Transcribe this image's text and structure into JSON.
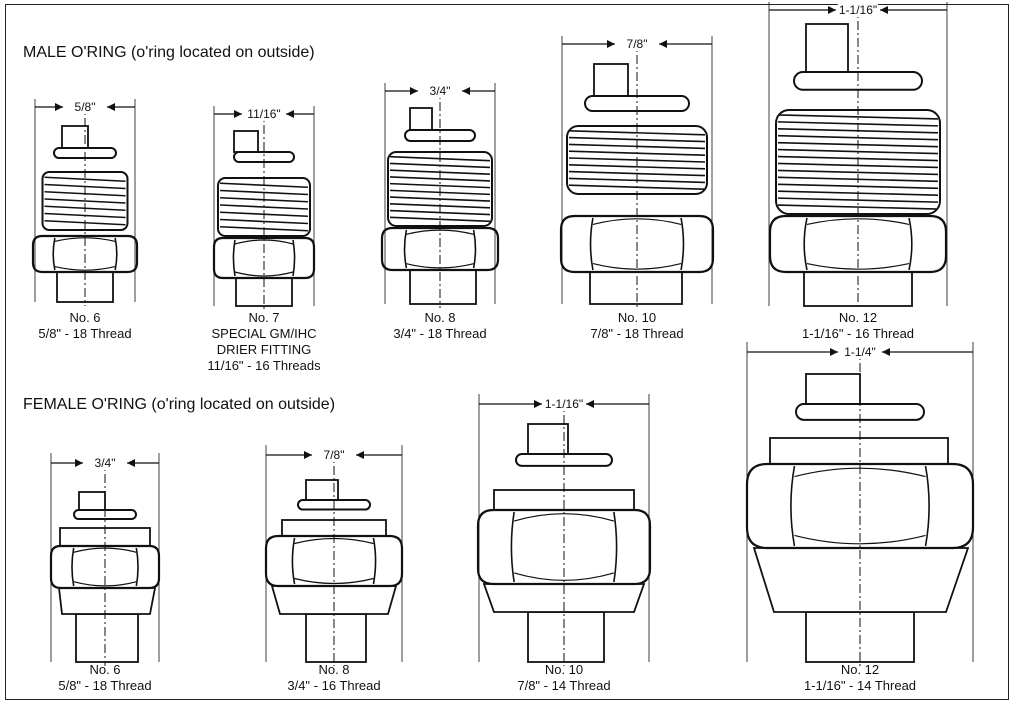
{
  "male": {
    "title": "MALE O'RING (o'ring located on outside)",
    "fittings": [
      {
        "size": "5/8\"",
        "no": "No. 6",
        "lines": [
          "5/8\" - 18 Thread"
        ]
      },
      {
        "size": "11/16\"",
        "no": "No. 7",
        "lines": [
          "SPECIAL GM/IHC",
          "DRIER FITTING",
          "11/16\" - 16 Threads"
        ]
      },
      {
        "size": "3/4\"",
        "no": "No. 8",
        "lines": [
          "3/4\" - 18 Thread"
        ]
      },
      {
        "size": "7/8\"",
        "no": "No. 10",
        "lines": [
          "7/8\" - 18 Thread"
        ]
      },
      {
        "size": "1-1/16\"",
        "no": "No. 12",
        "lines": [
          "1-1/16\" - 16 Thread"
        ]
      }
    ]
  },
  "female": {
    "title": "FEMALE O'RING (o'ring located on outside)",
    "fittings": [
      {
        "size": "3/4\"",
        "no": "No. 6",
        "lines": [
          "5/8\" - 18 Thread"
        ]
      },
      {
        "size": "7/8\"",
        "no": "No. 8",
        "lines": [
          "3/4\" - 16 Thread"
        ]
      },
      {
        "size": "1-1/16\"",
        "no": "No. 10",
        "lines": [
          "7/8\" - 14 Thread"
        ]
      },
      {
        "size": "1-1/4\"",
        "no": "No. 12",
        "lines": [
          "1-1/16\" - 14 Thread"
        ]
      }
    ]
  }
}
